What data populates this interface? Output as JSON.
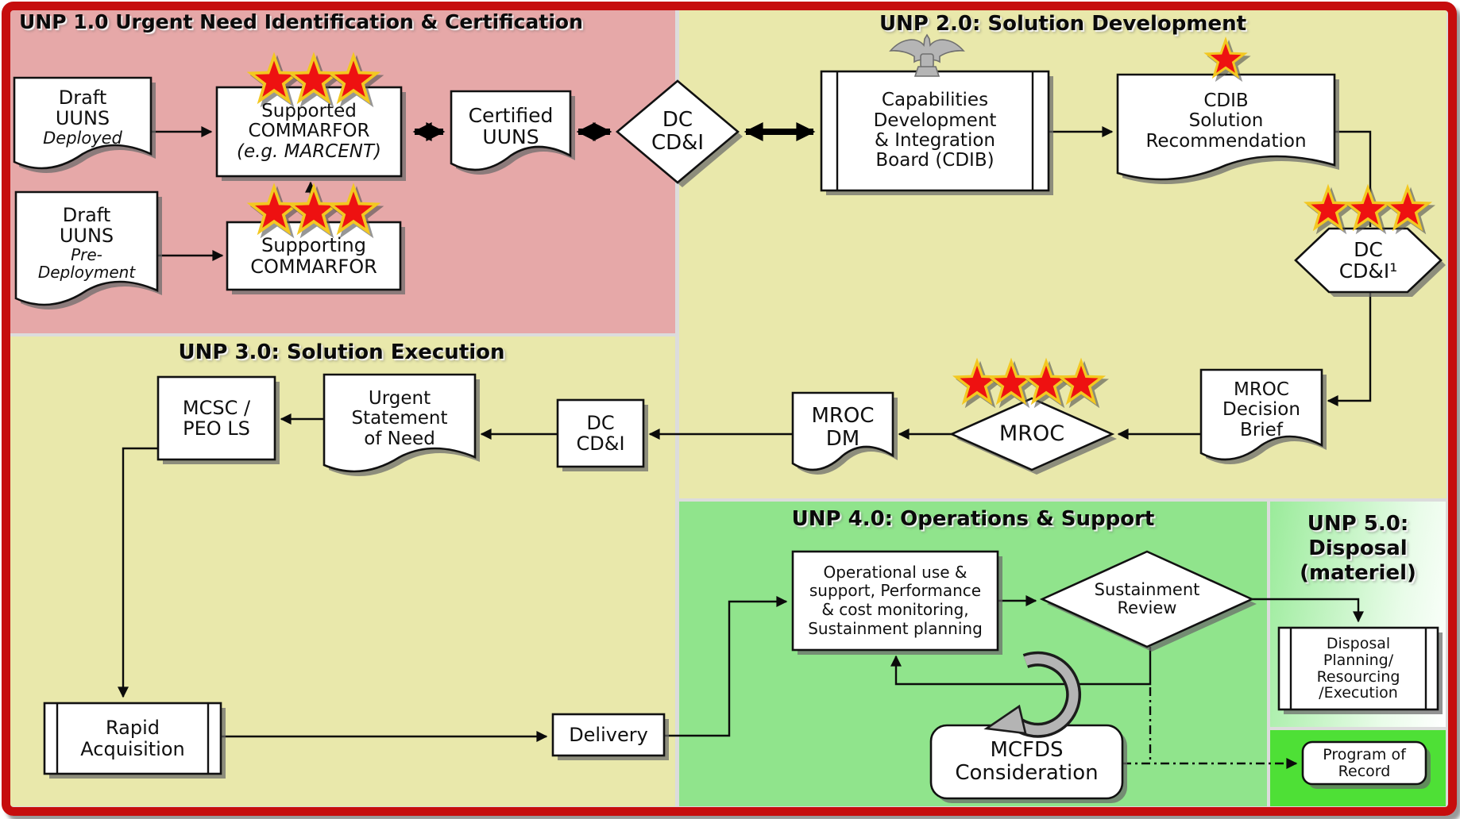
{
  "diagram": {
    "regions": {
      "unp1": {
        "title": "UNP 1.0 Urgent Need Identification & Certification"
      },
      "unp2": {
        "title": "UNP 2.0: Solution Development"
      },
      "unp3": {
        "title": "UNP 3.0: Solution Execution"
      },
      "unp4": {
        "title": "UNP 4.0: Operations & Support"
      },
      "unp5": {
        "title": "UNP 5.0:\nDisposal\n(materiel)"
      }
    },
    "nodes": {
      "draft_uuns_deployed": {
        "label": "Draft\nUUNS",
        "sublabel": "Deployed"
      },
      "draft_uuns_predeployment": {
        "label": "Draft\nUUNS",
        "sublabel": "Pre-\nDeployment"
      },
      "supported_commarfor": {
        "label": "Supported\nCOMMARFOR",
        "sublabel": "(e.g. MARCENT)"
      },
      "supporting_commarfor": {
        "label": "Supporting\nCOMMARFOR"
      },
      "certified_uuns": {
        "label": "Certified\nUUNS"
      },
      "dc_cdi_diamond": {
        "label": "DC\nCD&I"
      },
      "cdib_board": {
        "label": "Capabilities\nDevelopment\n& Integration\nBoard (CDIB)"
      },
      "cdib_solution_recommendation": {
        "label": "CDIB\nSolution\nRecommendation"
      },
      "dc_cdi_hexagon": {
        "label": "DC\nCD&I¹"
      },
      "mroc_decision_brief": {
        "label": "MROC\nDecision\nBrief"
      },
      "mroc": {
        "label": "MROC"
      },
      "mroc_dm": {
        "label": "MROC\nDM"
      },
      "dc_cdi_rect": {
        "label": "DC\nCD&I"
      },
      "urgent_statement_of_need": {
        "label": "Urgent\nStatement\nof Need"
      },
      "mcsc_peo_ls": {
        "label": "MCSC /\nPEO LS"
      },
      "rapid_acquisition": {
        "label": "Rapid\nAcquisition"
      },
      "delivery": {
        "label": "Delivery"
      },
      "operational_use": {
        "label": "Operational use &\nsupport, Performance\n& cost monitoring,\nSustainment planning"
      },
      "sustainment_review": {
        "label": "Sustainment\nReview"
      },
      "mcfds_consideration": {
        "label": "MCFDS\nConsideration"
      },
      "disposal_planning": {
        "label": "Disposal\nPlanning/\nResourcing\n/Execution"
      },
      "program_of_record": {
        "label": "Program of\nRecord"
      }
    },
    "icons": {
      "star": "red-rank-star-icon",
      "eagle": "colonel-eagle-insignia-icon",
      "loop": "sustainment-loop-arrow-icon"
    },
    "colors": {
      "region_pink": "#e6a8a8",
      "region_yellow": "#e9e8ab",
      "region_green": "#90e48c",
      "region_green_bright": "#4ee036",
      "unp5_grad_a": "#9aeb9a",
      "unp5_grad_b": "#e9fce9",
      "frame_red": "#c60d0d",
      "divider_gray": "#dcdcdc",
      "shape_fill": "#ffffff",
      "shape_stroke": "#111111",
      "star_red": "#ee1111",
      "star_gold": "#f3c821",
      "insignia_gray": "#b5b5b5",
      "loop_gray": "#b4b4b4"
    }
  }
}
